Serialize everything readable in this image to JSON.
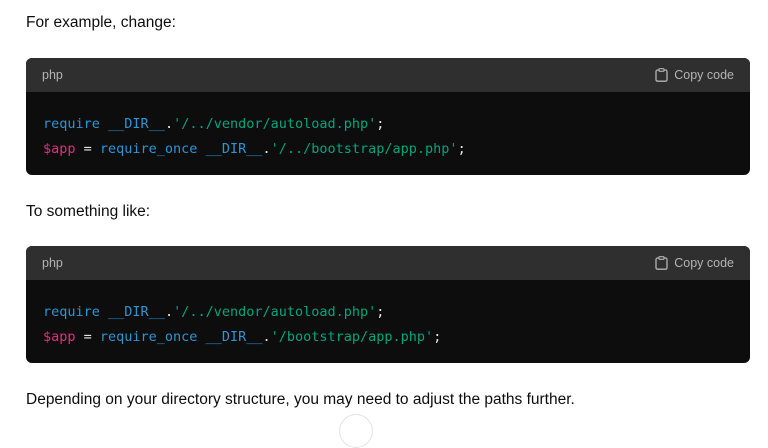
{
  "intro_text": "For example, change:",
  "middle_text": "To something like:",
  "closing_text": "Depending on your directory structure, you may need to adjust the paths further.",
  "blocks": [
    {
      "language": "php",
      "copy_label": "Copy code",
      "line1": {
        "kw": "require",
        "dir": " __DIR__",
        "dot": ".",
        "str": "'/../vendor/autoload.php'",
        "semi": ";"
      },
      "line2": {
        "var": "$app",
        "eq": " = ",
        "kw": "require_once",
        "dir": " __DIR__",
        "dot": ".",
        "str": "'/../bootstrap/app.php'",
        "semi": ";"
      }
    },
    {
      "language": "php",
      "copy_label": "Copy code",
      "line1": {
        "kw": "require",
        "dir": " __DIR__",
        "dot": ".",
        "str": "'/../vendor/autoload.php'",
        "semi": ";"
      },
      "line2": {
        "var": "$app",
        "eq": " = ",
        "kw": "require_once",
        "dir": " __DIR__",
        "dot": ".",
        "str": "'/bootstrap/app.php'",
        "semi": ";"
      }
    }
  ]
}
